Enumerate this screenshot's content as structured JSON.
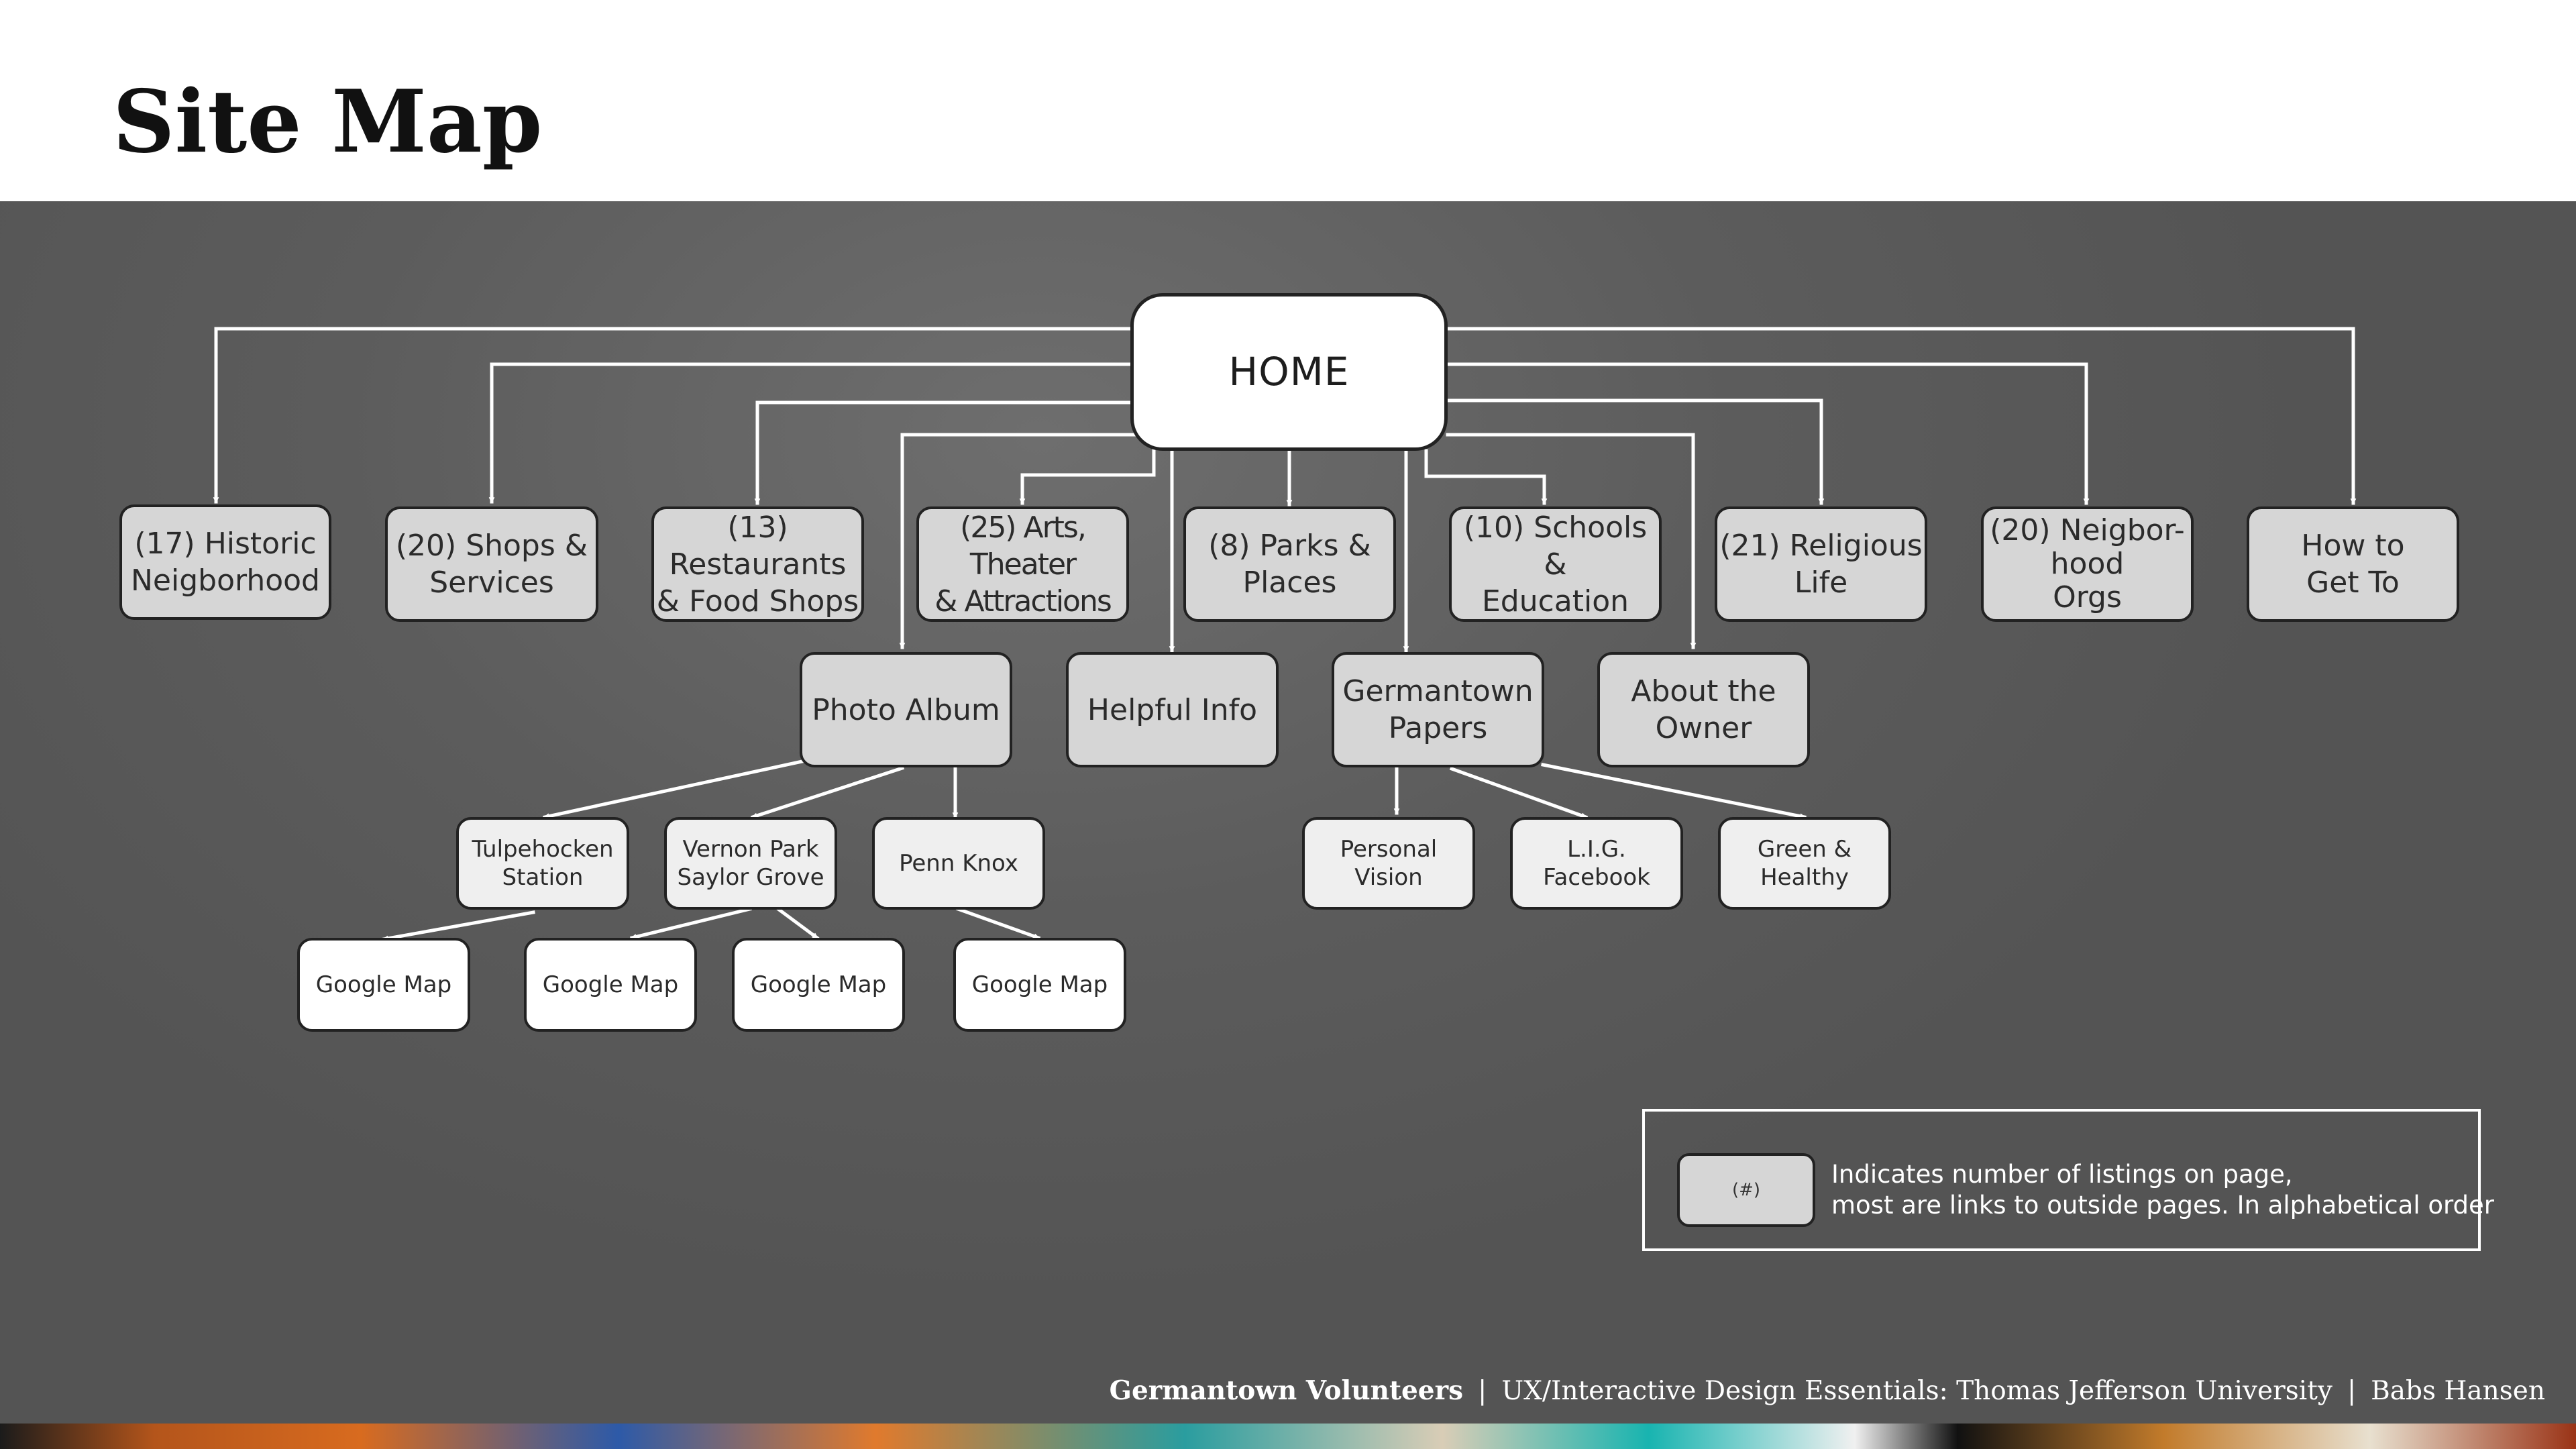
{
  "page": {
    "title": "Site Map"
  },
  "home": {
    "label": "HOME"
  },
  "top_level": [
    {
      "id": "historic",
      "label": "(17) Historic\nNeigborhood"
    },
    {
      "id": "shops",
      "label": "(20) Shops &\nServices"
    },
    {
      "id": "restaurants",
      "label": "(13) Restaurants\n& Food Shops"
    },
    {
      "id": "arts",
      "label": "(25) Arts, Theater\n& Attractions"
    },
    {
      "id": "parks",
      "label": "(8) Parks &\nPlaces"
    },
    {
      "id": "schools",
      "label": "(10) Schools &\nEducation"
    },
    {
      "id": "religious",
      "label": "(21) Religious\nLife"
    },
    {
      "id": "neighborhood",
      "label": "(20) Neigbor-\nhood\nOrgs"
    },
    {
      "id": "howto",
      "label": "How to\nGet To"
    }
  ],
  "second_level": [
    {
      "id": "photo",
      "label": "Photo Album"
    },
    {
      "id": "helpful",
      "label": "Helpful Info"
    },
    {
      "id": "papers",
      "label": "Germantown\nPapers"
    },
    {
      "id": "owner",
      "label": "About the\nOwner"
    }
  ],
  "third_level": [
    {
      "id": "tulpehocken",
      "label": "Tulpehocken\nStation"
    },
    {
      "id": "vernon",
      "label": "Vernon Park\nSaylor Grove"
    },
    {
      "id": "penn",
      "label": "Penn Knox"
    },
    {
      "id": "personal",
      "label": "Personal\nVision"
    },
    {
      "id": "lig",
      "label": "L.I.G.\nFacebook"
    },
    {
      "id": "green",
      "label": "Green &\nHealthy"
    }
  ],
  "fourth_level": [
    {
      "id": "map1",
      "label": "Google Map"
    },
    {
      "id": "map2",
      "label": "Google Map"
    },
    {
      "id": "map3",
      "label": "Google Map"
    },
    {
      "id": "map4",
      "label": "Google Map"
    }
  ],
  "legend": {
    "swatch_label": "(#)",
    "line1": "Indicates number of listings on page,",
    "line2": "most are links to outside pages. In alphabetical order"
  },
  "footer": {
    "brand": "Germantown Volunteers",
    "course": "UX/Interactive Design Essentials: Thomas Jefferson University",
    "author": "Babs Hansen",
    "separator": "|"
  },
  "colors": {
    "panel": "#5e5e5e",
    "node_fill": "#d6d6d6",
    "node_fill_light": "#efefef",
    "node_border": "#222222",
    "connector": "#ffffff"
  }
}
